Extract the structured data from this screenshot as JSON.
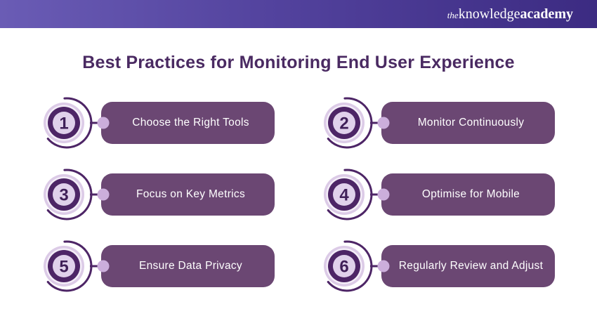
{
  "header": {
    "logo_the": "the",
    "logo_knowledge": "knowledge",
    "logo_academy": "academy"
  },
  "title": "Best Practices for Monitoring End User Experience",
  "items": [
    {
      "number": "1",
      "label": "Choose the Right Tools"
    },
    {
      "number": "2",
      "label": "Monitor Continuously"
    },
    {
      "number": "3",
      "label": "Focus on Key Metrics"
    },
    {
      "number": "4",
      "label": "Optimise for Mobile"
    },
    {
      "number": "5",
      "label": "Ensure Data Privacy"
    },
    {
      "number": "6",
      "label": "Regularly Review and Adjust"
    }
  ],
  "colors": {
    "header_gradient_left": "#6A5CB5",
    "header_gradient_right": "#3C2B82",
    "title_text": "#4A2A62",
    "card_fill": "#6B4773",
    "card_text": "#FFFFFF",
    "badge_ring": "#4D2566",
    "badge_base": "#DCCBE7",
    "badge_inner": "#E0D1EB",
    "badge_number": "#3F1F58",
    "connector_dot": "#CBAEDB"
  }
}
